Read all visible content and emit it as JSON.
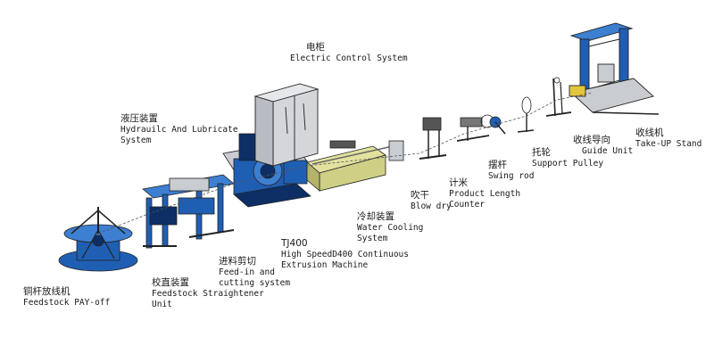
{
  "labels": {
    "payoff": {
      "cn": "铜杆放线机",
      "en": [
        "Feedstock PAY-off"
      ]
    },
    "straightener": {
      "cn": "校直装置",
      "en": [
        "Feedstock Straightener",
        "Unit"
      ]
    },
    "feedcut": {
      "cn": "进料剪切",
      "en": [
        "Feed-in and",
        "cutting system"
      ]
    },
    "hydraulic": {
      "cn": "液压装置",
      "en": [
        "Hydrauilc And Lubricate",
        "System"
      ]
    },
    "extrusion": {
      "cn": "TJ400",
      "en": [
        "High SpeedD400 Continuous",
        "Extrusion Machine"
      ]
    },
    "control": {
      "cn": "电柜",
      "en": [
        "Electric Control System"
      ]
    },
    "cooling": {
      "cn": "冷却装置",
      "en": [
        "Water Cooling",
        "System"
      ]
    },
    "blowdry": {
      "cn": "吹干",
      "en": [
        "Blow dry"
      ]
    },
    "counter": {
      "cn": "计米",
      "en": [
        "Product Length",
        "Counter"
      ]
    },
    "swing": {
      "cn": "摆杆",
      "en": [
        "Swing rod"
      ]
    },
    "pulley": {
      "cn": "托轮",
      "en": [
        "Support Pulley"
      ]
    },
    "guide": {
      "cn": "收线导向",
      "en": [
        "Guide Unit"
      ]
    },
    "takeup": {
      "cn": "收线机",
      "en": [
        "Take-UP Stand"
      ]
    }
  },
  "colors": {
    "machine_blue": "#1f5fb3",
    "machine_dark": "#0d2f66",
    "frame_grey": "#c9ccd1",
    "trough_olive": "#cfcf86",
    "outline": "#222222"
  }
}
